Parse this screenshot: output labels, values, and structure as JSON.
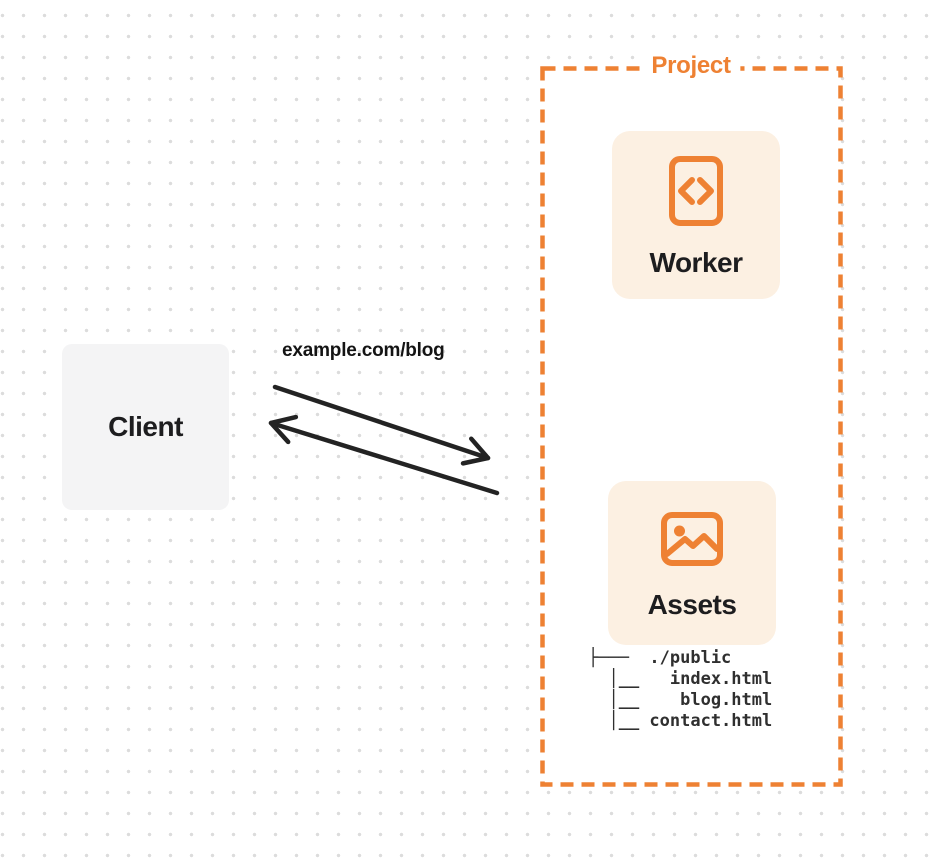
{
  "project": {
    "label": "Project",
    "worker": {
      "label": "Worker",
      "icon": "code-file-icon"
    },
    "assets": {
      "label": "Assets",
      "icon": "image-icon"
    },
    "file_tree": {
      "lines": [
        "├───  ./public",
        "  │__   index.html",
        "  │__    blog.html",
        "  │__ contact.html"
      ]
    }
  },
  "client": {
    "label": "Client"
  },
  "request": {
    "url_label": "example.com/blog"
  },
  "colors": {
    "accent_orange": "#ee8133",
    "card_background": "#fcf0e2",
    "client_background": "#f4f4f5",
    "heading_text": "#1d1d1f",
    "tree_text": "#2f2f2f",
    "arrow": "#232323",
    "dot_grid": "#dcdcdc"
  }
}
